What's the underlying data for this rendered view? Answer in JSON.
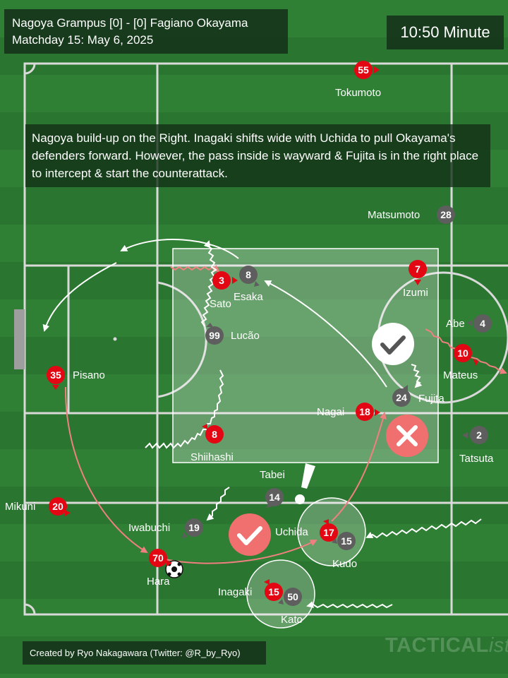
{
  "header": {
    "match_line": "Nagoya Grampus [0] - [0] Fagiano Okayama",
    "date_line": "Matchday 15: May 6, 2025",
    "time": "10:50 Minute"
  },
  "annotation": "Nagoya build-up on the Right. Inagaki shifts wide with Uchida to pull Okayama's defenders forward. However, the pass inside is wayward & Fujita is in the right place to intercept & start the counterattack.",
  "credit": "Created by Ryo Nakagawara (Twitter: @R_by_Ryo)",
  "watermark": {
    "main": "TACTICAL",
    "italic": "ista"
  },
  "colors": {
    "nagoya": "#e30613",
    "okayama": "#5e5e5e",
    "pitch": "#2e7d32",
    "pass_arrow": "#f08080",
    "run_arrow": "#ffffff"
  },
  "players": {
    "tokumoto": {
      "number": "55",
      "name": "Tokumoto"
    },
    "matsumoto": {
      "number": "28",
      "name": "Matsumoto"
    },
    "sato": {
      "number": "3",
      "name": "Sato"
    },
    "esaka": {
      "number": "8",
      "name": "Esaka"
    },
    "izumi": {
      "number": "7",
      "name": "Izumi"
    },
    "abe": {
      "number": "4",
      "name": "Abe"
    },
    "mateus": {
      "number": "10",
      "name": "Mateus"
    },
    "lucao": {
      "number": "99",
      "name": "Lucão"
    },
    "pisano": {
      "number": "35",
      "name": "Pisano"
    },
    "fujita": {
      "number": "24",
      "name": "Fujita"
    },
    "nagai": {
      "number": "18",
      "name": "Nagai"
    },
    "shiihashi": {
      "number": "8",
      "name": "Shiihashi"
    },
    "tatsuta": {
      "number": "2",
      "name": "Tatsuta"
    },
    "tabei": {
      "number": "14",
      "name": "Tabei"
    },
    "mikuni": {
      "number": "20",
      "name": "Mikuni"
    },
    "iwabuchi": {
      "number": "19",
      "name": "Iwabuchi"
    },
    "uchida": {
      "number": "17",
      "name": "Uchida"
    },
    "kudo": {
      "number": "15",
      "name": "Kudo"
    },
    "hara": {
      "number": "70",
      "name": "Hara"
    },
    "inagaki": {
      "number": "15",
      "name": "Inagaki"
    },
    "kato": {
      "number": "50",
      "name": "Kato"
    }
  }
}
